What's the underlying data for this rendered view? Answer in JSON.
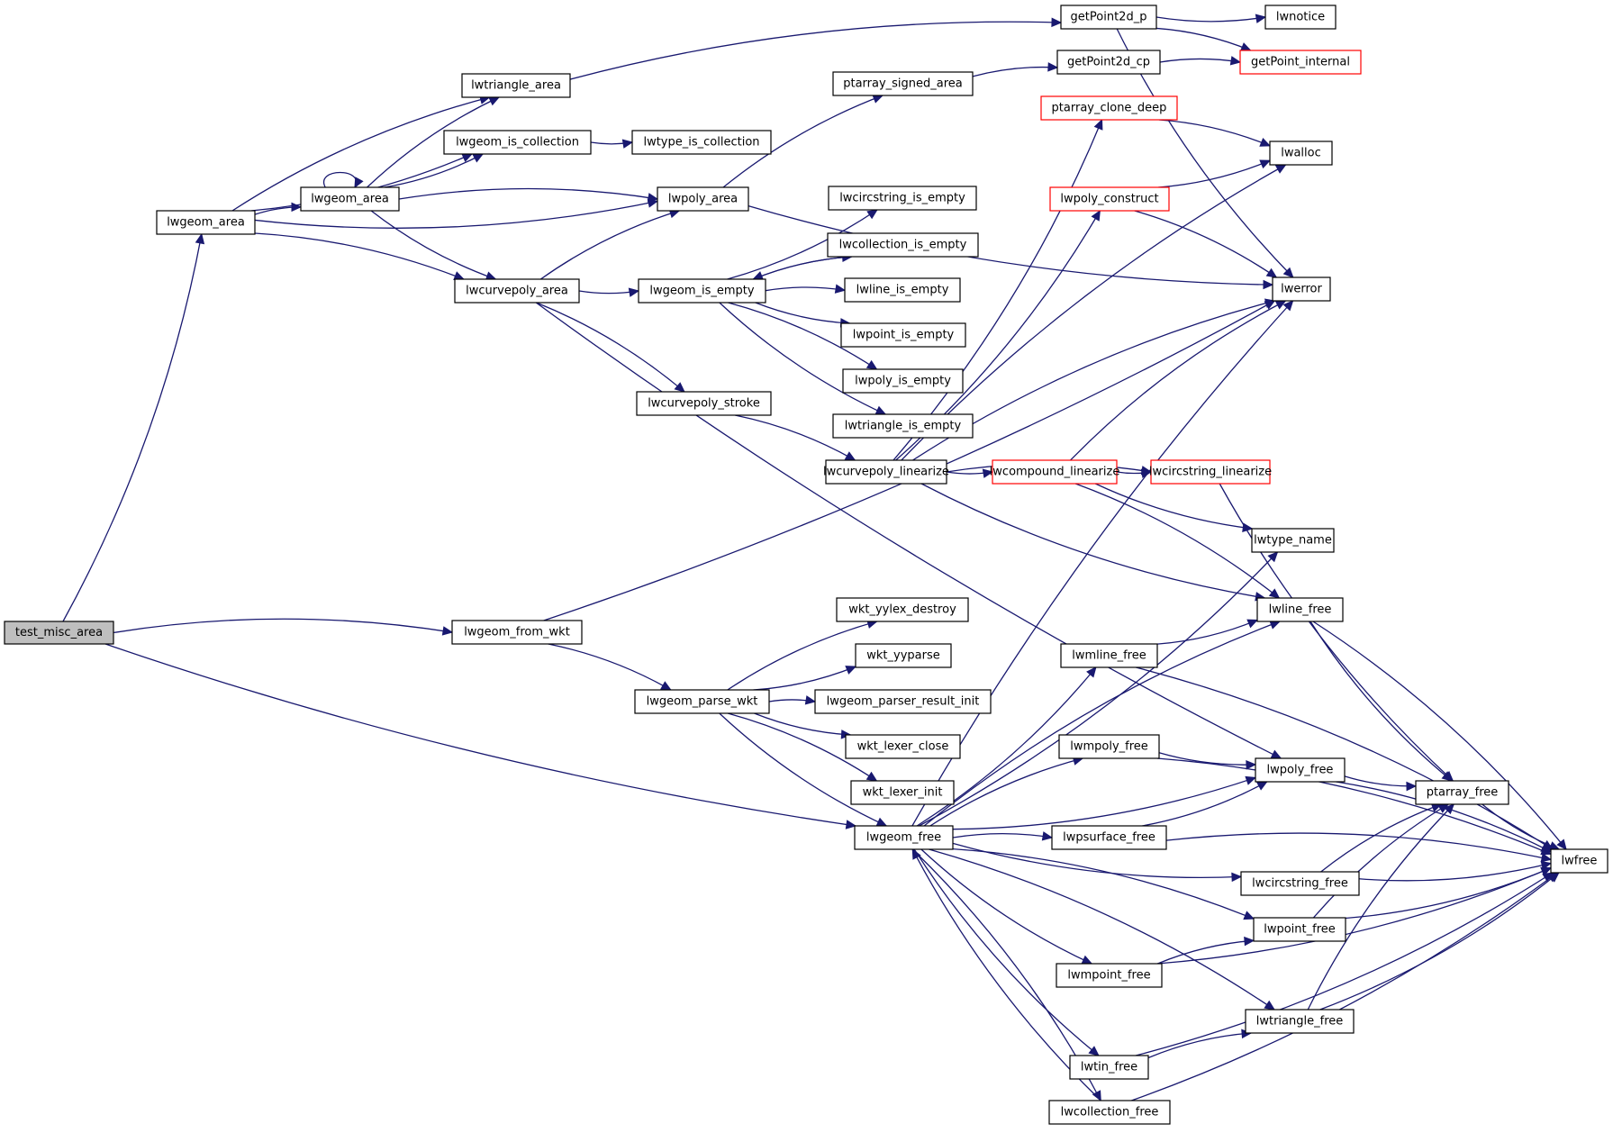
{
  "title": "test_misc_area call graph",
  "colors": {
    "edge": "#191970",
    "node_border": "#000000",
    "truncated_border": "#ff0000",
    "root_fill": "#bfbfbf",
    "node_fill": "#ffffff"
  },
  "nodes": [
    {
      "id": "test_misc_area",
      "label": "test_misc_area",
      "kind": "root"
    },
    {
      "id": "lwgeom_area",
      "label": "lwgeom_area",
      "kind": "normal"
    },
    {
      "id": "lwgeom_from_wkt",
      "label": "lwgeom_from_wkt",
      "kind": "normal"
    },
    {
      "id": "lwgeom_free",
      "label": "lwgeom_free",
      "kind": "normal"
    },
    {
      "id": "lwtriangle_area",
      "label": "lwtriangle_area",
      "kind": "normal"
    },
    {
      "id": "lwgeom_is_collection",
      "label": "lwgeom_is_collection",
      "kind": "normal"
    },
    {
      "id": "lwgeom_area2",
      "label": "lwgeom_area",
      "kind": "normal"
    },
    {
      "id": "lwpoly_area",
      "label": "lwpoly_area",
      "kind": "normal"
    },
    {
      "id": "lwcurvepoly_area",
      "label": "lwcurvepoly_area",
      "kind": "normal"
    },
    {
      "id": "getPoint2d_p",
      "label": "getPoint2d_p",
      "kind": "normal"
    },
    {
      "id": "lwtype_is_collection",
      "label": "lwtype_is_collection",
      "kind": "normal"
    },
    {
      "id": "ptarray_signed_area",
      "label": "ptarray_signed_area",
      "kind": "normal"
    },
    {
      "id": "lwerror",
      "label": "lwerror",
      "kind": "normal"
    },
    {
      "id": "lwgeom_is_empty",
      "label": "lwgeom_is_empty",
      "kind": "normal"
    },
    {
      "id": "lwcurvepoly_stroke",
      "label": "lwcurvepoly_stroke",
      "kind": "normal"
    },
    {
      "id": "lwcircstring_is_empty",
      "label": "lwcircstring_is_empty",
      "kind": "normal"
    },
    {
      "id": "lwcollection_is_empty",
      "label": "lwcollection_is_empty",
      "kind": "normal"
    },
    {
      "id": "lwline_is_empty",
      "label": "lwline_is_empty",
      "kind": "normal"
    },
    {
      "id": "lwpoint_is_empty",
      "label": "lwpoint_is_empty",
      "kind": "normal"
    },
    {
      "id": "lwpoly_is_empty",
      "label": "lwpoly_is_empty",
      "kind": "normal"
    },
    {
      "id": "lwtriangle_is_empty",
      "label": "lwtriangle_is_empty",
      "kind": "normal"
    },
    {
      "id": "lwcurvepoly_linearize",
      "label": "lwcurvepoly_linearize",
      "kind": "normal"
    },
    {
      "id": "getPoint2d_cp",
      "label": "getPoint2d_cp",
      "kind": "normal"
    },
    {
      "id": "lwnotice",
      "label": "lwnotice",
      "kind": "normal"
    },
    {
      "id": "getPoint_internal",
      "label": "getPoint_internal",
      "kind": "truncated"
    },
    {
      "id": "ptarray_clone_deep",
      "label": "ptarray_clone_deep",
      "kind": "truncated"
    },
    {
      "id": "lwalloc",
      "label": "lwalloc",
      "kind": "normal"
    },
    {
      "id": "lwpoly_construct",
      "label": "lwpoly_construct",
      "kind": "truncated"
    },
    {
      "id": "lwcompound_linearize",
      "label": "lwcompound_linearize",
      "kind": "truncated"
    },
    {
      "id": "lwcircstring_linearize",
      "label": "lwcircstring_linearize",
      "kind": "truncated"
    },
    {
      "id": "lwtype_name",
      "label": "lwtype_name",
      "kind": "normal"
    },
    {
      "id": "lwline_free",
      "label": "lwline_free",
      "kind": "normal"
    },
    {
      "id": "lwgeom_parse_wkt",
      "label": "lwgeom_parse_wkt",
      "kind": "normal"
    },
    {
      "id": "wkt_yylex_destroy",
      "label": "wkt_yylex_destroy",
      "kind": "normal"
    },
    {
      "id": "wkt_yyparse",
      "label": "wkt_yyparse",
      "kind": "normal"
    },
    {
      "id": "lwgeom_parser_result_init",
      "label": "lwgeom_parser_result_init",
      "kind": "normal"
    },
    {
      "id": "wkt_lexer_close",
      "label": "wkt_lexer_close",
      "kind": "normal"
    },
    {
      "id": "wkt_lexer_init",
      "label": "wkt_lexer_init",
      "kind": "normal"
    },
    {
      "id": "lwmline_free",
      "label": "lwmline_free",
      "kind": "normal"
    },
    {
      "id": "lwmpoly_free",
      "label": "lwmpoly_free",
      "kind": "normal"
    },
    {
      "id": "lwpoly_free",
      "label": "lwpoly_free",
      "kind": "normal"
    },
    {
      "id": "ptarray_free",
      "label": "ptarray_free",
      "kind": "normal"
    },
    {
      "id": "lwpsurface_free",
      "label": "lwpsurface_free",
      "kind": "normal"
    },
    {
      "id": "lwfree",
      "label": "lwfree",
      "kind": "normal"
    },
    {
      "id": "lwcircstring_free",
      "label": "lwcircstring_free",
      "kind": "normal"
    },
    {
      "id": "lwpoint_free",
      "label": "lwpoint_free",
      "kind": "normal"
    },
    {
      "id": "lwmpoint_free",
      "label": "lwmpoint_free",
      "kind": "normal"
    },
    {
      "id": "lwtriangle_free",
      "label": "lwtriangle_free",
      "kind": "normal"
    },
    {
      "id": "lwtin_free",
      "label": "lwtin_free",
      "kind": "normal"
    },
    {
      "id": "lwcollection_free",
      "label": "lwcollection_free",
      "kind": "normal"
    }
  ],
  "edges": [
    [
      "test_misc_area",
      "lwgeom_area"
    ],
    [
      "test_misc_area",
      "lwgeom_from_wkt"
    ],
    [
      "test_misc_area",
      "lwgeom_free"
    ],
    [
      "lwgeom_area",
      "lwtriangle_area"
    ],
    [
      "lwgeom_area",
      "lwgeom_is_collection"
    ],
    [
      "lwgeom_area",
      "lwgeom_area2"
    ],
    [
      "lwgeom_area",
      "lwpoly_area"
    ],
    [
      "lwgeom_area",
      "lwcurvepoly_area"
    ],
    [
      "lwgeom_area2",
      "lwgeom_area2"
    ],
    [
      "lwgeom_area2",
      "lwtriangle_area"
    ],
    [
      "lwgeom_area2",
      "lwgeom_is_collection"
    ],
    [
      "lwgeom_area2",
      "lwpoly_area"
    ],
    [
      "lwgeom_area2",
      "lwcurvepoly_area"
    ],
    [
      "lwtriangle_area",
      "getPoint2d_p"
    ],
    [
      "lwgeom_is_collection",
      "lwtype_is_collection"
    ],
    [
      "lwpoly_area",
      "ptarray_signed_area"
    ],
    [
      "lwpoly_area",
      "lwerror"
    ],
    [
      "lwcurvepoly_area",
      "lwpoly_area"
    ],
    [
      "lwcurvepoly_area",
      "lwgeom_is_empty"
    ],
    [
      "lwcurvepoly_area",
      "lwcurvepoly_stroke"
    ],
    [
      "lwcurvepoly_area",
      "lwpoly_free"
    ],
    [
      "ptarray_signed_area",
      "getPoint2d_cp"
    ],
    [
      "getPoint2d_p",
      "lwnotice"
    ],
    [
      "getPoint2d_p",
      "getPoint_internal"
    ],
    [
      "getPoint2d_p",
      "lwerror"
    ],
    [
      "getPoint2d_cp",
      "getPoint_internal"
    ],
    [
      "lwgeom_is_empty",
      "lwcircstring_is_empty"
    ],
    [
      "lwgeom_is_empty",
      "lwcollection_is_empty"
    ],
    [
      "lwcollection_is_empty",
      "lwgeom_is_empty"
    ],
    [
      "lwgeom_is_empty",
      "lwline_is_empty"
    ],
    [
      "lwgeom_is_empty",
      "lwpoint_is_empty"
    ],
    [
      "lwgeom_is_empty",
      "lwpoly_is_empty"
    ],
    [
      "lwgeom_is_empty",
      "lwtriangle_is_empty"
    ],
    [
      "lwcurvepoly_stroke",
      "lwcurvepoly_linearize"
    ],
    [
      "lwcurvepoly_linearize",
      "ptarray_clone_deep"
    ],
    [
      "lwcurvepoly_linearize",
      "lwalloc"
    ],
    [
      "lwcurvepoly_linearize",
      "lwpoly_construct"
    ],
    [
      "lwcurvepoly_linearize",
      "lwerror"
    ],
    [
      "lwcurvepoly_linearize",
      "lwcompound_linearize"
    ],
    [
      "lwcurvepoly_linearize",
      "lwcircstring_linearize"
    ],
    [
      "lwcurvepoly_linearize",
      "lwline_free"
    ],
    [
      "ptarray_clone_deep",
      "lwalloc"
    ],
    [
      "lwpoly_construct",
      "lwalloc"
    ],
    [
      "lwpoly_construct",
      "lwerror"
    ],
    [
      "lwcompound_linearize",
      "lwcircstring_linearize"
    ],
    [
      "lwcompound_linearize",
      "lwerror"
    ],
    [
      "lwcompound_linearize",
      "lwtype_name"
    ],
    [
      "lwcompound_linearize",
      "lwline_free"
    ],
    [
      "lwcircstring_linearize",
      "ptarray_free"
    ],
    [
      "lwgeom_from_wkt",
      "lwgeom_parse_wkt"
    ],
    [
      "lwgeom_from_wkt",
      "lwerror"
    ],
    [
      "lwgeom_parse_wkt",
      "wkt_yylex_destroy"
    ],
    [
      "lwgeom_parse_wkt",
      "wkt_yyparse"
    ],
    [
      "lwgeom_parse_wkt",
      "lwgeom_parser_result_init"
    ],
    [
      "lwgeom_parse_wkt",
      "wkt_lexer_close"
    ],
    [
      "lwgeom_parse_wkt",
      "wkt_lexer_init"
    ],
    [
      "lwgeom_parse_wkt",
      "lwgeom_free"
    ],
    [
      "lwgeom_free",
      "lwerror"
    ],
    [
      "lwgeom_free",
      "lwtype_name"
    ],
    [
      "lwgeom_free",
      "lwline_free"
    ],
    [
      "lwgeom_free",
      "lwmline_free"
    ],
    [
      "lwgeom_free",
      "lwmpoly_free"
    ],
    [
      "lwgeom_free",
      "lwpoly_free"
    ],
    [
      "lwgeom_free",
      "lwpsurface_free"
    ],
    [
      "lwgeom_free",
      "lwcircstring_free"
    ],
    [
      "lwgeom_free",
      "lwpoint_free"
    ],
    [
      "lwgeom_free",
      "lwmpoint_free"
    ],
    [
      "lwgeom_free",
      "lwtriangle_free"
    ],
    [
      "lwgeom_free",
      "lwtin_free"
    ],
    [
      "lwgeom_free",
      "lwcollection_free"
    ],
    [
      "lwline_free",
      "ptarray_free"
    ],
    [
      "lwline_free",
      "lwfree"
    ],
    [
      "lwmline_free",
      "lwline_free"
    ],
    [
      "lwmline_free",
      "lwfree"
    ],
    [
      "lwmpoly_free",
      "lwpoly_free"
    ],
    [
      "lwmpoly_free",
      "lwfree"
    ],
    [
      "lwpoly_free",
      "ptarray_free"
    ],
    [
      "lwpoly_free",
      "lwfree"
    ],
    [
      "lwpsurface_free",
      "lwpoly_free"
    ],
    [
      "lwpsurface_free",
      "lwfree"
    ],
    [
      "ptarray_free",
      "lwfree"
    ],
    [
      "lwcircstring_free",
      "ptarray_free"
    ],
    [
      "lwcircstring_free",
      "lwfree"
    ],
    [
      "lwpoint_free",
      "ptarray_free"
    ],
    [
      "lwpoint_free",
      "lwfree"
    ],
    [
      "lwmpoint_free",
      "lwpoint_free"
    ],
    [
      "lwmpoint_free",
      "lwfree"
    ],
    [
      "lwtriangle_free",
      "ptarray_free"
    ],
    [
      "lwtriangle_free",
      "lwfree"
    ],
    [
      "lwtin_free",
      "lwtriangle_free"
    ],
    [
      "lwtin_free",
      "lwfree"
    ],
    [
      "lwcollection_free",
      "lwgeom_free"
    ],
    [
      "lwcollection_free",
      "lwfree"
    ]
  ]
}
